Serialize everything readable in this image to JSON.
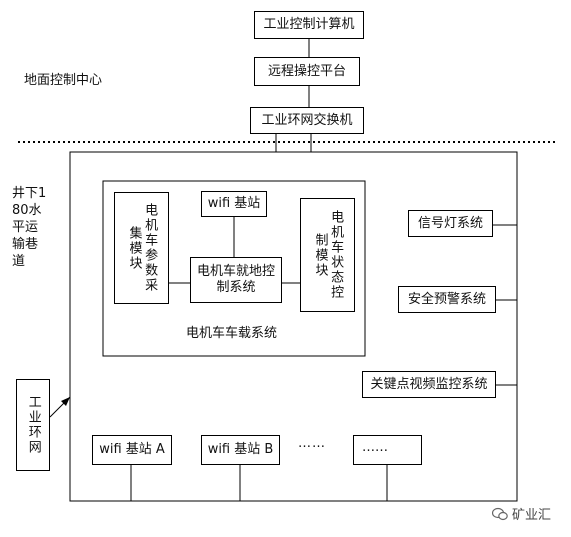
{
  "top": {
    "computer": "工业控制计算机",
    "remote_platform": "远程操控平台",
    "switch": "工业环网交换机"
  },
  "ground_center_label": "地面控制中心",
  "underground_label": "井下180水平运输巷道",
  "onboard": {
    "wifi_station": "wifi 基站",
    "param_module": "电机车参数采集模块",
    "local_control": "电机车就地控制系统",
    "status_module": "电机车状态控制模块",
    "system_label": "电机车车载系统"
  },
  "right_systems": {
    "signal_light": "信号灯系统",
    "safety_warning": "安全预警系统",
    "video_monitor": "关键点视频监控系统"
  },
  "ring_network": "工业环网",
  "stations": {
    "a": "wifi 基站 A",
    "b": "wifi 基站 B",
    "more_1": "……",
    "more_2": "……"
  },
  "watermark": "矿业汇"
}
